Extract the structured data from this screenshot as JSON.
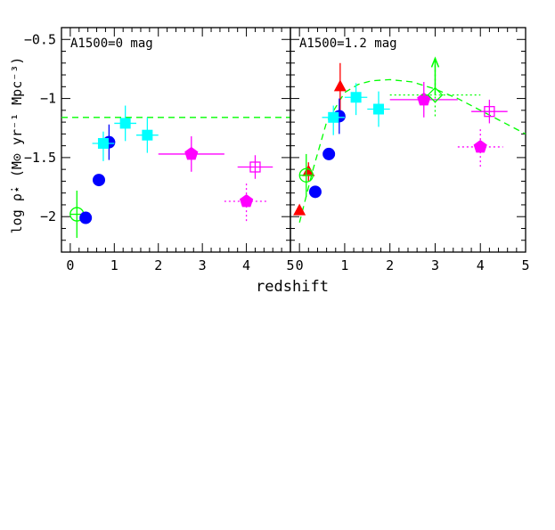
{
  "figure": {
    "xlabel": "redshift",
    "ylabel": "log ρ̇⋆ (M⊙ yr⁻¹ Mpc⁻³)"
  },
  "colors": {
    "blue": "#0000ff",
    "cyan": "#00ffff",
    "magenta": "#ff00ff",
    "green": "#00ff00",
    "red": "#ff0000",
    "dashed_model": "#00ff00"
  },
  "chart_data": [
    {
      "type": "scatter",
      "annotation": "A1500=0 mag",
      "xlabel": "redshift",
      "ylabel": "log ρ̇⋆ (M⊙ yr⁻¹ Mpc⁻³)",
      "xlim": [
        -0.2,
        5
      ],
      "ylim": [
        -2.3,
        -0.4
      ],
      "xticks": [
        0,
        1,
        2,
        3,
        4,
        5
      ],
      "yticks": [
        -2,
        -1.5,
        -1,
        -0.5
      ],
      "series": [
        {
          "marker": "open-circle",
          "color": "#00ff00",
          "points": [
            {
              "x": 0.15,
              "y": -1.98,
              "xerr": 0.15,
              "yerr_up": 0.2,
              "yerr_dn": 0.2
            }
          ]
        },
        {
          "marker": "filled-circle",
          "color": "#0000ff",
          "points": [
            {
              "x": 0.35,
              "y": -2.01,
              "xerr": 0,
              "yerr_up": 0.04,
              "yerr_dn": 0.04
            },
            {
              "x": 0.65,
              "y": -1.69,
              "xerr": 0,
              "yerr_up": 0.05,
              "yerr_dn": 0.05
            },
            {
              "x": 0.88,
              "y": -1.37,
              "xerr": 0,
              "yerr_up": 0.15,
              "yerr_dn": 0.15
            }
          ]
        },
        {
          "marker": "filled-square",
          "color": "#00ffff",
          "points": [
            {
              "x": 0.75,
              "y": -1.38,
              "xerr": 0.25,
              "yerr_up": 0.1,
              "yerr_dn": 0.15
            },
            {
              "x": 1.25,
              "y": -1.21,
              "xerr": 0.25,
              "yerr_up": 0.15,
              "yerr_dn": 0.15
            },
            {
              "x": 1.75,
              "y": -1.31,
              "xerr": 0.25,
              "yerr_up": 0.15,
              "yerr_dn": 0.15
            }
          ]
        },
        {
          "marker": "filled-pentagon",
          "color": "#ff00ff",
          "points": [
            {
              "x": 2.75,
              "y": -1.47,
              "xerr": 0.75,
              "yerr_up": 0.15,
              "yerr_dn": 0.15
            }
          ]
        },
        {
          "marker": "filled-pentagon-dotted",
          "color": "#ff00ff",
          "points": [
            {
              "x": 4.0,
              "y": -1.87,
              "xerr": 0.5,
              "yerr_up": 0.15,
              "yerr_dn": 0.18
            }
          ]
        },
        {
          "marker": "open-square",
          "color": "#ff00ff",
          "points": [
            {
              "x": 4.2,
              "y": -1.58,
              "xerr": 0.4,
              "yerr_up": 0.1,
              "yerr_dn": 0.1
            }
          ]
        }
      ],
      "reference_line": {
        "style": "dashed",
        "color": "#00ff00",
        "y": -1.16
      }
    },
    {
      "type": "scatter",
      "annotation": "A1500=1.2 mag",
      "xlabel": "redshift",
      "xlim": [
        -0.2,
        5
      ],
      "ylim": [
        -2.3,
        -0.4
      ],
      "xticks": [
        0,
        1,
        2,
        3,
        4,
        5
      ],
      "yticks": [
        -2,
        -1.5,
        -1,
        -0.5
      ],
      "series": [
        {
          "marker": "filled-triangle",
          "color": "#ff0000",
          "points": [
            {
              "x": 0.0,
              "y": -1.95,
              "xerr": 0,
              "yerr_up": 0,
              "yerr_dn": 0
            },
            {
              "x": 0.2,
              "y": -1.62,
              "xerr": 0,
              "yerr_up": 0.08,
              "yerr_dn": 0.08
            },
            {
              "x": 0.9,
              "y": -0.9,
              "xerr": 0,
              "yerr_up": 0.2,
              "yerr_dn": 0.2
            }
          ]
        },
        {
          "marker": "open-circle",
          "color": "#00ff00",
          "points": [
            {
              "x": 0.15,
              "y": -1.65,
              "xerr": 0.15,
              "yerr_up": 0.18,
              "yerr_dn": 0.18
            }
          ]
        },
        {
          "marker": "filled-circle",
          "color": "#0000ff",
          "points": [
            {
              "x": 0.35,
              "y": -1.79,
              "xerr": 0,
              "yerr_up": 0.05,
              "yerr_dn": 0.05
            },
            {
              "x": 0.65,
              "y": -1.47,
              "xerr": 0,
              "yerr_up": 0.05,
              "yerr_dn": 0.05
            },
            {
              "x": 0.88,
              "y": -1.15,
              "xerr": 0,
              "yerr_up": 0.15,
              "yerr_dn": 0.15
            }
          ]
        },
        {
          "marker": "filled-square",
          "color": "#00ffff",
          "points": [
            {
              "x": 0.75,
              "y": -1.16,
              "xerr": 0.25,
              "yerr_up": 0.1,
              "yerr_dn": 0.15
            },
            {
              "x": 1.25,
              "y": -0.99,
              "xerr": 0.25,
              "yerr_up": 0.12,
              "yerr_dn": 0.15
            },
            {
              "x": 1.75,
              "y": -1.09,
              "xerr": 0.25,
              "yerr_up": 0.15,
              "yerr_dn": 0.15
            }
          ]
        },
        {
          "marker": "filled-pentagon",
          "color": "#ff00ff",
          "points": [
            {
              "x": 2.75,
              "y": -1.01,
              "xerr": 0.75,
              "yerr_up": 0.15,
              "yerr_dn": 0.15
            }
          ]
        },
        {
          "marker": "open-diamond-dotted",
          "color": "#00ff00",
          "points": [
            {
              "x": 3.0,
              "y": -0.97,
              "xerr": 1.0,
              "yerr_up": 0.25,
              "yerr_dn": 0.2,
              "lower_limit": true
            }
          ]
        },
        {
          "marker": "filled-pentagon-dotted",
          "color": "#ff00ff",
          "points": [
            {
              "x": 4.0,
              "y": -1.41,
              "xerr": 0.5,
              "yerr_up": 0.15,
              "yerr_dn": 0.18
            }
          ]
        },
        {
          "marker": "open-square",
          "color": "#ff00ff",
          "points": [
            {
              "x": 4.2,
              "y": -1.11,
              "xerr": 0.4,
              "yerr_up": 0.1,
              "yerr_dn": 0.1
            }
          ]
        }
      ],
      "model_curve": {
        "style": "dashed",
        "color": "#00ff00",
        "x": [
          0.0,
          0.3,
          0.6,
          1.0,
          1.3,
          1.6,
          2.0,
          2.5,
          3.0,
          3.5,
          4.0,
          4.5,
          5.0
        ],
        "y": [
          -2.05,
          -1.6,
          -1.2,
          -0.95,
          -0.88,
          -0.85,
          -0.84,
          -0.86,
          -0.92,
          -1.0,
          -1.1,
          -1.2,
          -1.3
        ]
      }
    }
  ]
}
